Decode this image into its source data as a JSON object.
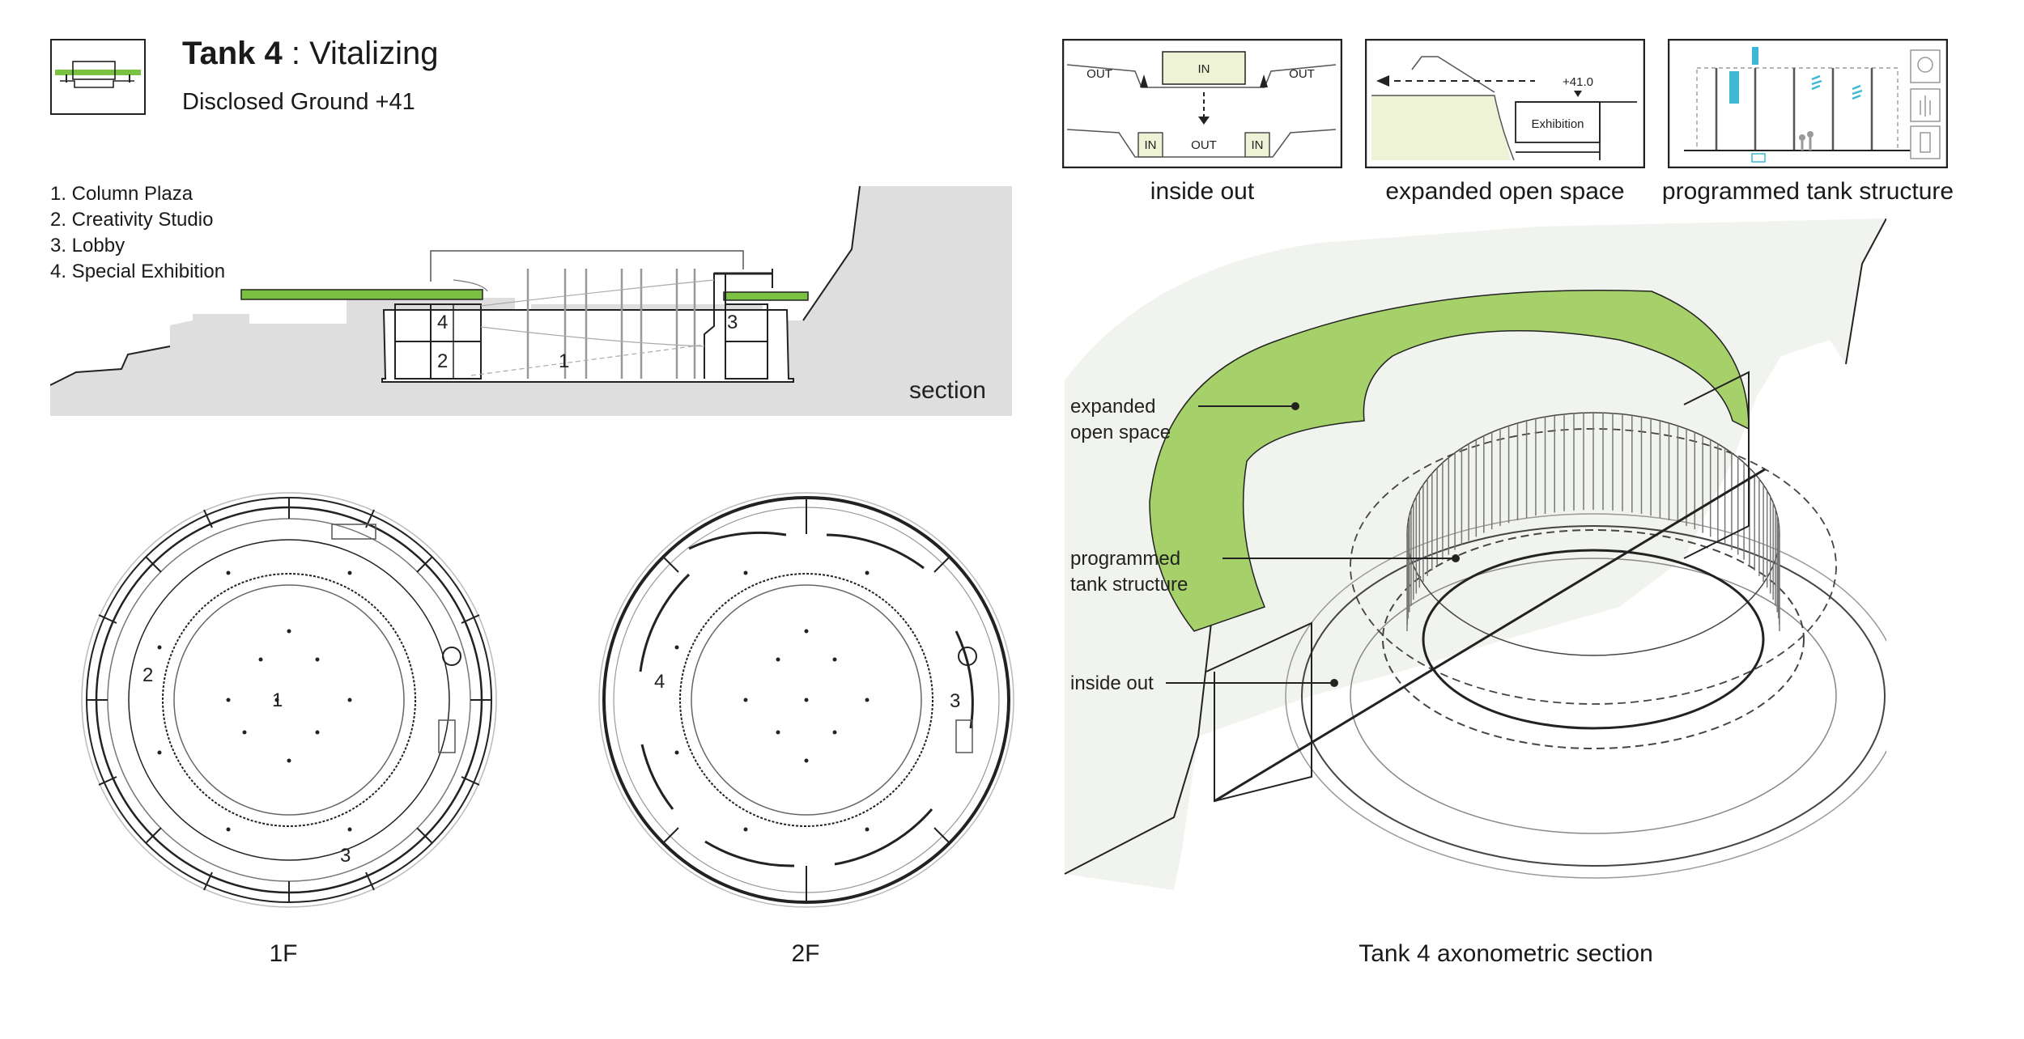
{
  "header": {
    "tank_name": "Tank 4",
    "separator": " : ",
    "theme": "Vitalizing",
    "subtitle": "Disclosed Ground +41"
  },
  "legend": {
    "items": [
      "1. Column Plaza",
      "2. Creativity Studio",
      "3. Lobby",
      "4. Special Exhibition"
    ]
  },
  "section": {
    "label": "section",
    "room_numbers": [
      "1",
      "2",
      "3",
      "4"
    ]
  },
  "plans": {
    "floor1": {
      "label": "1F",
      "numbers": [
        "1",
        "2",
        "3"
      ]
    },
    "floor2": {
      "label": "2F",
      "numbers": [
        "4",
        "3"
      ]
    }
  },
  "concepts": {
    "inside_out": {
      "caption": "inside out",
      "out_left": "OUT",
      "in_top": "IN",
      "out_right": "OUT",
      "in_left": "IN",
      "out_bottom": "OUT",
      "in_right": "IN"
    },
    "expanded_open_space": {
      "caption": "expanded open space",
      "level": "+41.0",
      "room": "Exhibition"
    },
    "programmed_tank_structure": {
      "caption": "programmed tank structure"
    }
  },
  "axonometric": {
    "caption": "Tank 4 axonometric section",
    "annotations": {
      "expanded_line1": "expanded",
      "expanded_line2": "open space",
      "programmed_line1": "programmed",
      "programmed_line2": "tank structure",
      "inside_out": "inside out"
    }
  },
  "colors": {
    "green": "#7cc242",
    "green_light": "#a6d16a",
    "pale_green": "#eef3d6",
    "grey_ground": "#dedede",
    "cyan": "#3db8d4"
  }
}
